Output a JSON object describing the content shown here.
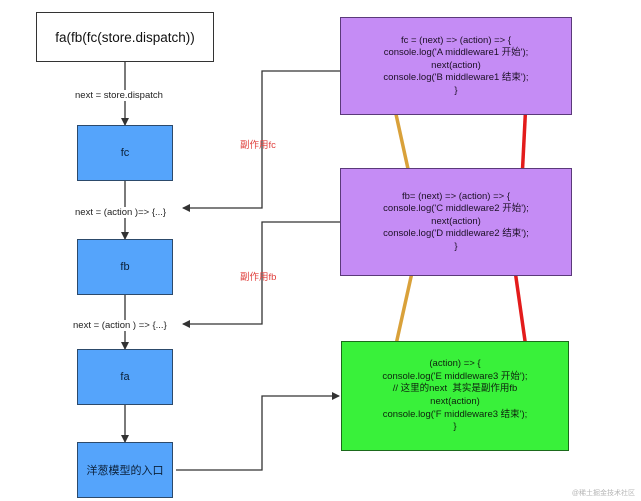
{
  "diagram": {
    "top_box": "fa(fb(fc(store.dispatch))",
    "next_labels": [
      "next = store.dispatch",
      "next = (action )=> {...}",
      "next = (action ) => {...}"
    ],
    "left_boxes": [
      "fc",
      "fb",
      "fa"
    ],
    "entry_box": "洋葱模型的入口",
    "side_effect_labels": [
      "副作用fc",
      "副作用fb"
    ],
    "middleware_fc": [
      "fc = (next) => (action) => {",
      "console.log('A middleware1 开始');",
      "next(action)",
      "console.log('B middleware1 结束');",
      "}"
    ],
    "middleware_fb": [
      "fb= (next) => (action) => {",
      "console.log('C middleware2 开始');",
      "next(action)",
      "console.log('D middleware2 结束');",
      "}"
    ],
    "middleware_fa": [
      "(action) => {",
      "console.log('E middleware3 开始');",
      "// 这里的next  其实是副作用fb",
      "next(action)",
      "console.log('F middleware3 结束');",
      "}"
    ],
    "watermark": "@稀土掘金技术社区",
    "colors": {
      "left_box_fill": "#55a4fb",
      "middleware_purple": "#c58cf5",
      "middleware_green": "#39f13a",
      "flow_down": "#d9a13a",
      "flow_up": "#e31b1b",
      "side_effect_text": "#e0413e"
    }
  }
}
